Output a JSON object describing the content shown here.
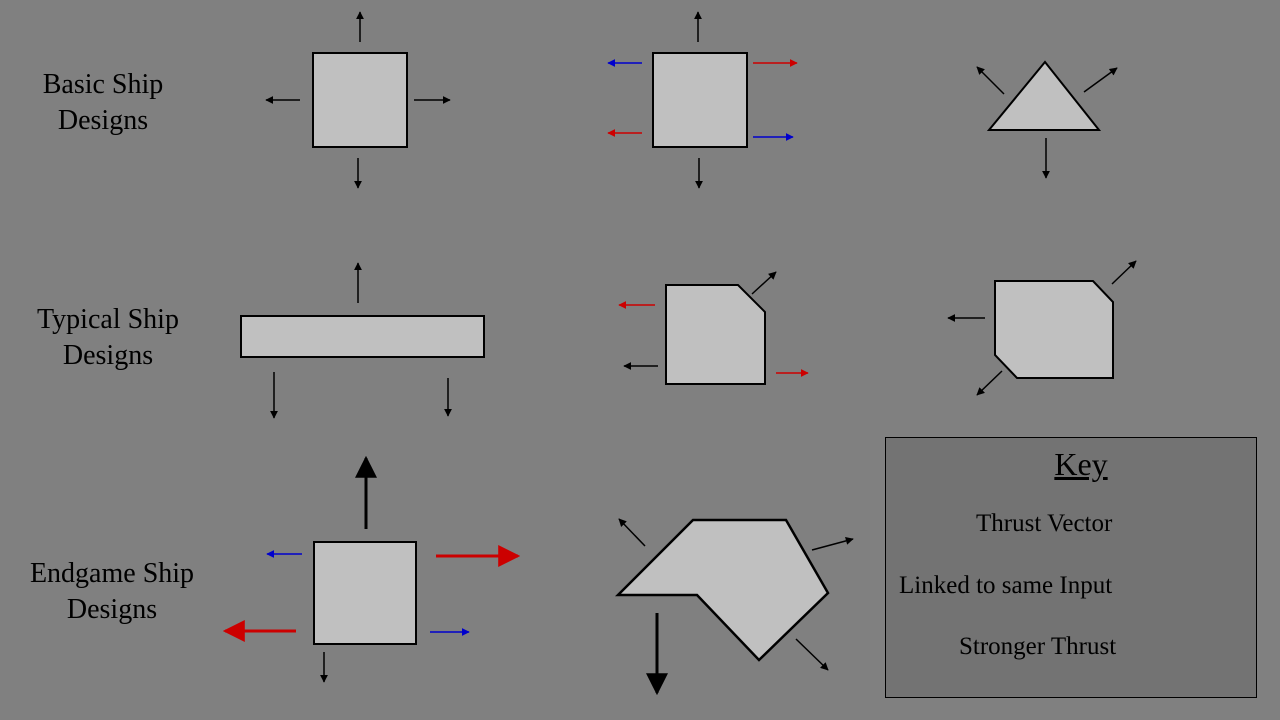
{
  "rows": [
    {
      "line1": "Basic Ship",
      "line2": "Designs"
    },
    {
      "line1": "Typical Ship",
      "line2": "Designs"
    },
    {
      "line1": "Endgame Ship",
      "line2": "Designs"
    }
  ],
  "key": {
    "title": "Key",
    "items": [
      {
        "label": "Thrust Vector",
        "arrow_color": "#000000",
        "strength": "normal"
      },
      {
        "label": "Linked to same Input",
        "arrow_color": "#cc0000",
        "strength": "normal"
      },
      {
        "label": "Stronger Thrust",
        "arrow_color": "#000000",
        "strength": "strong"
      }
    ]
  },
  "colors": {
    "background": "#808080",
    "ship_fill": "#c0c0c0",
    "key_background": "#737373",
    "thrust_black": "#000000",
    "linked_red": "#cc0000",
    "linked_blue": "#0000cc"
  }
}
